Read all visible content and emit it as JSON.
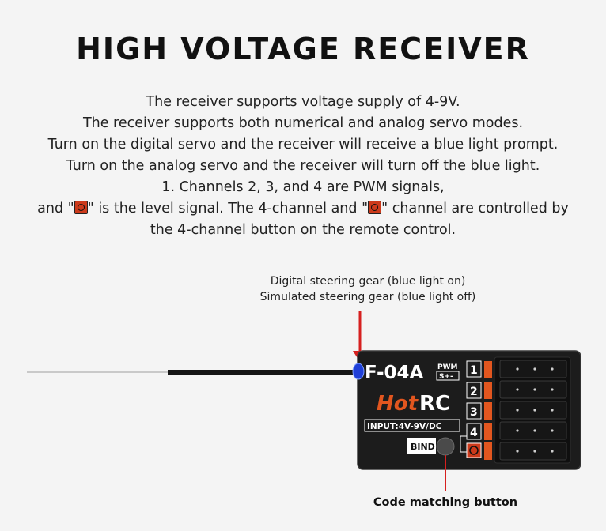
{
  "title": "HIGH VOLTAGE RECEIVER",
  "description": {
    "line1": "The receiver supports voltage supply of 4-9V.",
    "line2": "The receiver supports both numerical and analog servo modes.",
    "line3": "Turn on the digital servo and the receiver will receive a blue light prompt.",
    "line4": "Turn on the analog servo and the receiver will turn off the blue light.",
    "line5": "1. Channels 2, 3, and 4 are PWM signals,",
    "line6_a": "and \"",
    "line6_b": "\" is the level signal. The 4-channel and \"",
    "line6_c": "\" channel are controlled by",
    "line7": "the 4-channel button on the remote control."
  },
  "annotations": {
    "led_line1": "Digital steering gear (blue light on)",
    "led_line2": "Simulated steering gear (blue light off)",
    "button": "Code matching button"
  },
  "receiver": {
    "model": "F-04A",
    "pwm": "PWM",
    "pin_marks": "S+-",
    "brand_hot": "Hot",
    "brand_rc": "RC",
    "input": "INPUT:4V-9V/DC",
    "bind": "BIND",
    "channels": [
      "1",
      "2",
      "3",
      "4"
    ]
  },
  "colors": {
    "accent_red": "#d6201f",
    "brand_orange": "#e2561f",
    "led_blue": "#1f3fd8",
    "body_dark": "#1c1c1c"
  }
}
